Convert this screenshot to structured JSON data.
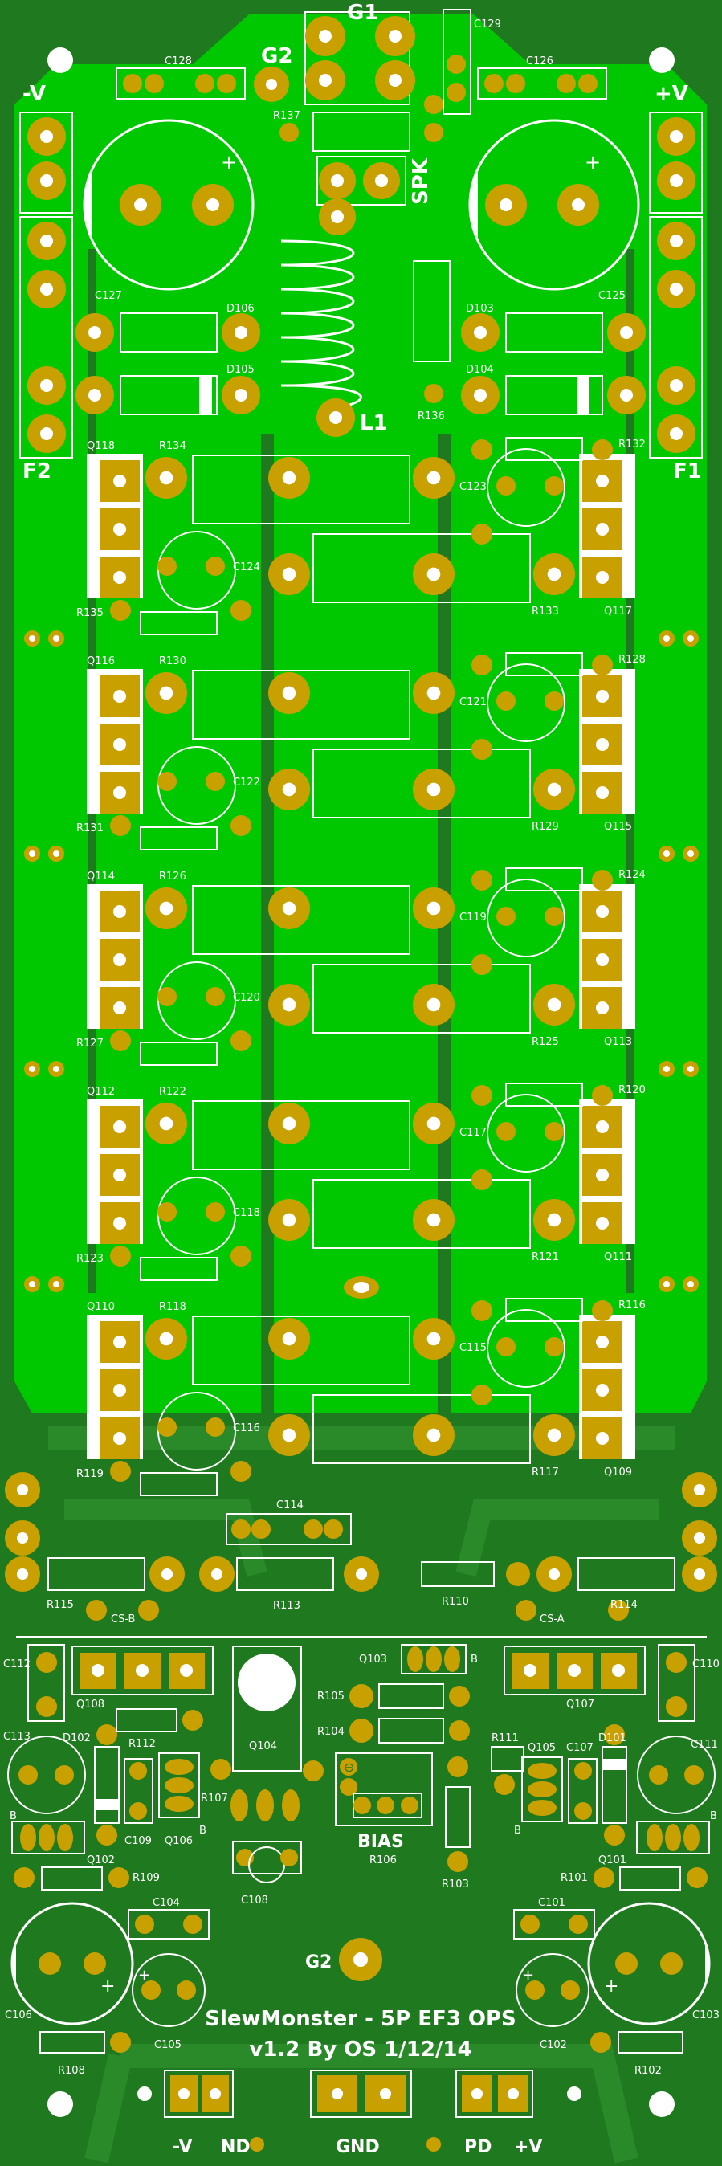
{
  "colors": {
    "board_dark": "#1f7a1f",
    "copper": "#00c800",
    "pad": "#c8a000",
    "pad_hole": "#ffffff",
    "silk": "#ffffff"
  },
  "header": {
    "g1": "G1",
    "g2": "G2",
    "spk": "SPK",
    "l1": "L1",
    "minus_v": "-V",
    "plus_v": "+V",
    "f1": "F1",
    "f2": "F2"
  },
  "top_refs": {
    "c128": "C128",
    "c126": "C126",
    "c129": "C129",
    "c127": "C127",
    "c125": "C125",
    "r137": "R137",
    "r136": "R136",
    "d106": "D106",
    "d105": "D105",
    "d103": "D103",
    "d104": "D104"
  },
  "left_column": [
    {
      "q": "Q118",
      "r_top": "R134",
      "c": "C124",
      "r_bot": "R135"
    },
    {
      "q": "Q116",
      "r_top": "R130",
      "c": "C122",
      "r_bot": "R131"
    },
    {
      "q": "Q114",
      "r_top": "R126",
      "c": "C120",
      "r_bot": "R127"
    },
    {
      "q": "Q112",
      "r_top": "R122",
      "c": "C118",
      "r_bot": "R123"
    },
    {
      "q": "Q110",
      "r_top": "R118",
      "c": "C116",
      "r_bot": "R119"
    }
  ],
  "right_column": [
    {
      "q": "Q117",
      "r_top": "R132",
      "c": "C123",
      "r_bot": "R133"
    },
    {
      "q": "Q115",
      "r_top": "R128",
      "c": "C121",
      "r_bot": "R129"
    },
    {
      "q": "Q113",
      "r_top": "R124",
      "c": "C119",
      "r_bot": "R125"
    },
    {
      "q": "Q111",
      "r_top": "R120",
      "c": "C117",
      "r_bot": "R121"
    },
    {
      "q": "Q109",
      "r_top": "R116",
      "c": "C115",
      "r_bot": "R117"
    }
  ],
  "mid_section": {
    "c114": "C114",
    "r115": "R115",
    "r113": "R113",
    "r110": "R110",
    "r114": "R114",
    "cs_b": "CS-B",
    "cs_a": "CS-A"
  },
  "lower_refs": {
    "c112": "C112",
    "q108": "Q108",
    "d102": "D102",
    "r112": "R112",
    "q104": "Q104",
    "q103": "Q103",
    "r105": "R105",
    "r104": "R104",
    "q107": "Q107",
    "c110": "C110",
    "c113": "C113",
    "c111": "C111",
    "r111": "R111",
    "q105": "Q105",
    "c107": "C107",
    "d101": "D101",
    "q102": "Q102",
    "c109": "C109",
    "q106": "Q106",
    "r107": "R107",
    "r106": "R106",
    "r103": "R103",
    "q101": "Q101",
    "r109": "R109",
    "r101": "R101",
    "c108": "C108",
    "bias": "BIAS",
    "c104": "C104",
    "c101": "C101",
    "c106": "C106",
    "c105": "C105",
    "c102": "C102",
    "c103": "C103",
    "r108": "R108",
    "r102": "R102",
    "g2_bottom": "G2"
  },
  "title": {
    "line1": "SlewMonster - 5P EF3 OPS",
    "line2": "v1.2 By OS 1/12/14"
  },
  "bottom_labels": {
    "minus_v": "-V",
    "nd": "ND",
    "gnd": "GND",
    "pd": "PD",
    "plus_v": "+V"
  },
  "b_marks": {
    "b": "B"
  }
}
